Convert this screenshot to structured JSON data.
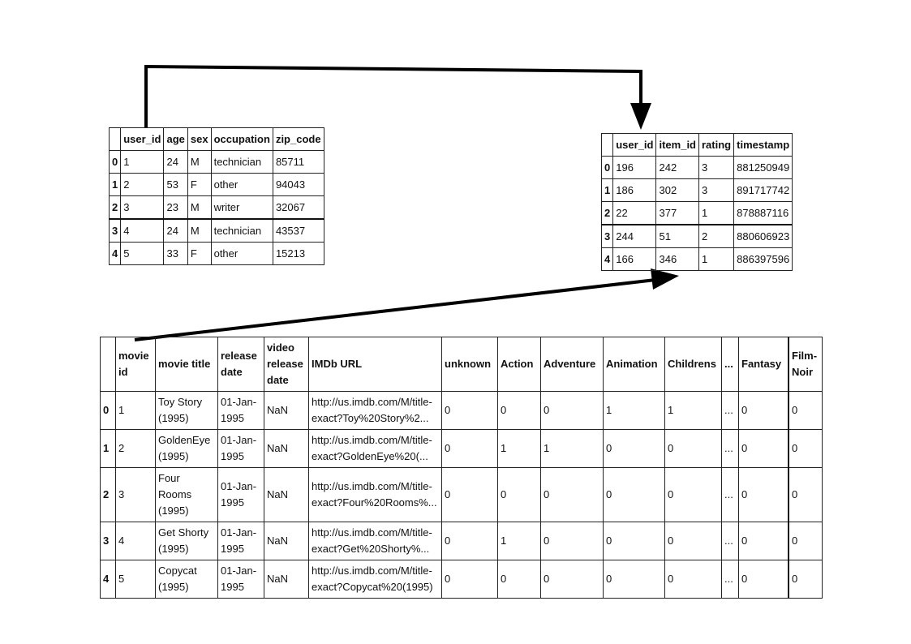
{
  "users": {
    "columns": [
      "user_id",
      "age",
      "sex",
      "occupation",
      "zip_code"
    ],
    "rows": [
      {
        "index": "0",
        "cells": [
          "1",
          "24",
          "M",
          "technician",
          "85711"
        ]
      },
      {
        "index": "1",
        "cells": [
          "2",
          "53",
          "F",
          "other",
          "94043"
        ]
      },
      {
        "index": "2",
        "cells": [
          "3",
          "23",
          "M",
          "writer",
          "32067"
        ]
      },
      {
        "index": "3",
        "cells": [
          "4",
          "24",
          "M",
          "technician",
          "43537"
        ]
      },
      {
        "index": "4",
        "cells": [
          "5",
          "33",
          "F",
          "other",
          "15213"
        ]
      }
    ]
  },
  "ratings": {
    "columns": [
      "user_id",
      "item_id",
      "rating",
      "timestamp"
    ],
    "rows": [
      {
        "index": "0",
        "cells": [
          "196",
          "242",
          "3",
          "881250949"
        ]
      },
      {
        "index": "1",
        "cells": [
          "186",
          "302",
          "3",
          "891717742"
        ]
      },
      {
        "index": "2",
        "cells": [
          "22",
          "377",
          "1",
          "878887116"
        ]
      },
      {
        "index": "3",
        "cells": [
          "244",
          "51",
          "2",
          "880606923"
        ]
      },
      {
        "index": "4",
        "cells": [
          "166",
          "346",
          "1",
          "886397596"
        ]
      }
    ]
  },
  "movies": {
    "columns": [
      "movie id",
      "movie title",
      "release date",
      "video release date",
      "IMDb URL",
      "unknown",
      "Action",
      "Adventure",
      "Animation",
      "Childrens",
      "...",
      "Fantasy",
      "Film-Noir"
    ],
    "rows": [
      {
        "index": "0",
        "cells": [
          "1",
          "Toy Story (1995)",
          "01-Jan-1995",
          "NaN",
          "http://us.imdb.com/M/title-exact?Toy%20Story%2...",
          "0",
          "0",
          "0",
          "1",
          "1",
          "...",
          "0",
          "0"
        ]
      },
      {
        "index": "1",
        "cells": [
          "2",
          "GoldenEye (1995)",
          "01-Jan-1995",
          "NaN",
          "http://us.imdb.com/M/title-exact?GoldenEye%20(...",
          "0",
          "1",
          "1",
          "0",
          "0",
          "...",
          "0",
          "0"
        ]
      },
      {
        "index": "2",
        "cells": [
          "3",
          "Four Rooms (1995)",
          "01-Jan-1995",
          "NaN",
          "http://us.imdb.com/M/title-exact?Four%20Rooms%...",
          "0",
          "0",
          "0",
          "0",
          "0",
          "...",
          "0",
          "0"
        ]
      },
      {
        "index": "3",
        "cells": [
          "4",
          "Get Shorty (1995)",
          "01-Jan-1995",
          "NaN",
          "http://us.imdb.com/M/title-exact?Get%20Shorty%...",
          "0",
          "1",
          "0",
          "0",
          "0",
          "...",
          "0",
          "0"
        ]
      },
      {
        "index": "4",
        "cells": [
          "5",
          "Copycat (1995)",
          "01-Jan-1995",
          "NaN",
          "http://us.imdb.com/M/title-exact?Copycat%20(1995)",
          "0",
          "0",
          "0",
          "0",
          "0",
          "...",
          "0",
          "0"
        ]
      }
    ]
  }
}
